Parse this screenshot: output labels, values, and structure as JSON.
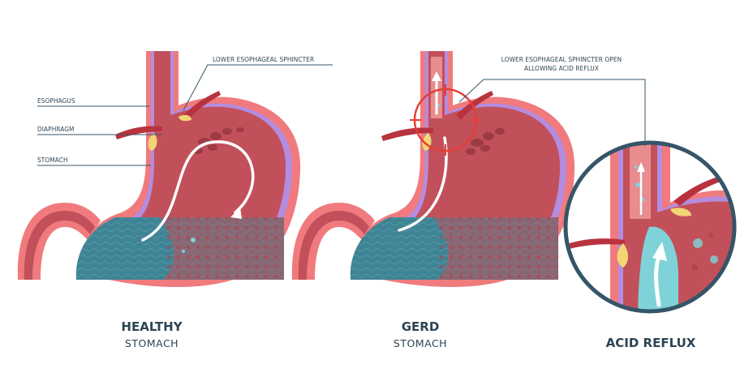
{
  "labels": {
    "lower_esophageal_sphincter": "LOWER ESOPHAGEAL SPHINCTER",
    "esophagus": "ESOPHAGUS",
    "diaphragm": "DIAPHRAGM",
    "stomach": "STOMACH",
    "les_open_line1": "LOWER ESOPHAGEAL SPHINCTER OPEN",
    "les_open_line2": "ALLOWING ACID REFLUX"
  },
  "captions": {
    "healthy_title": "HEALTHY",
    "healthy_sub": "STOMACH",
    "gerd_title": "GERD",
    "gerd_sub": "STOMACH",
    "reflux_title": "ACID REFLUX"
  },
  "colors": {
    "stomach_wall": "#f07a7d",
    "stomach_inner": "#c2505a",
    "lining": "#b48ce0",
    "acid": "#3f8494",
    "acid_light": "#7fd3d8",
    "diaphragm": "#b8333f",
    "fat": "#f2d675",
    "text": "#2c4454",
    "lens_ring": "#355568",
    "highlight_ring": "#e53d35"
  }
}
